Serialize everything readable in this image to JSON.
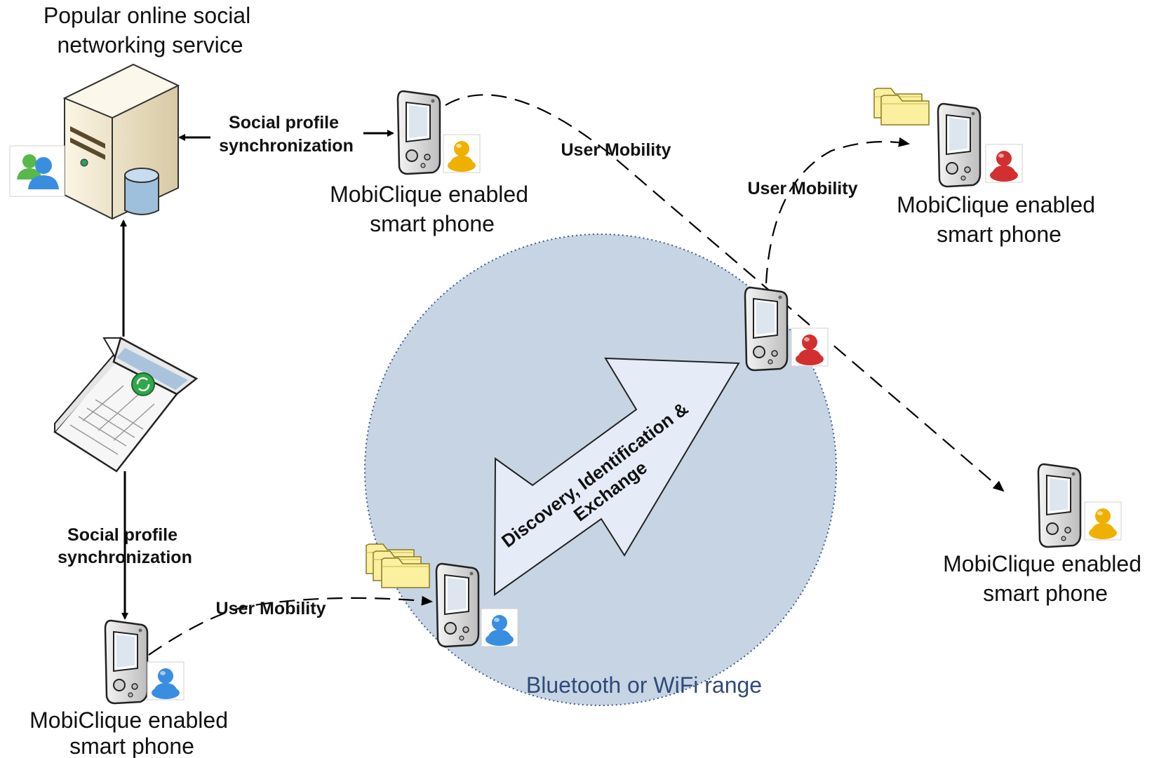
{
  "server": {
    "title_line1": "Popular online social",
    "title_line2": "networking service"
  },
  "sync": {
    "top_line1": "Social profile",
    "top_line2": "synchronization",
    "left_line1": "Social profile",
    "left_line2": "synchronization"
  },
  "mobility": {
    "label_top": "User Mobility",
    "label_right": "User Mobility",
    "label_bottom": "User Mobility"
  },
  "phones": {
    "top_line1": "MobiClique enabled",
    "top_line2": "smart phone",
    "topright_line1": "MobiClique enabled",
    "topright_line2": "smart phone",
    "right_line1": "MobiClique enabled",
    "right_line2": "smart phone",
    "bottom_line1": "MobiClique enabled",
    "bottom_line2": "smart phone"
  },
  "range": {
    "label": "Bluetooth or WiFi range"
  },
  "exchange": {
    "line1": "Discovery, Identification &",
    "line2": "Exchange"
  },
  "colors": {
    "range_fill": "#c7d4e3",
    "arrow_fill": "#e6ecf7",
    "user_blue": "#3a8ee0",
    "user_yellow": "#f0b000",
    "user_red": "#d23030",
    "folder": "#fbf0a0"
  },
  "icons": [
    "server-icon",
    "database-icon",
    "laptop-icon",
    "sync-icon",
    "smartphone-icon",
    "user-icon",
    "folder-icon"
  ]
}
